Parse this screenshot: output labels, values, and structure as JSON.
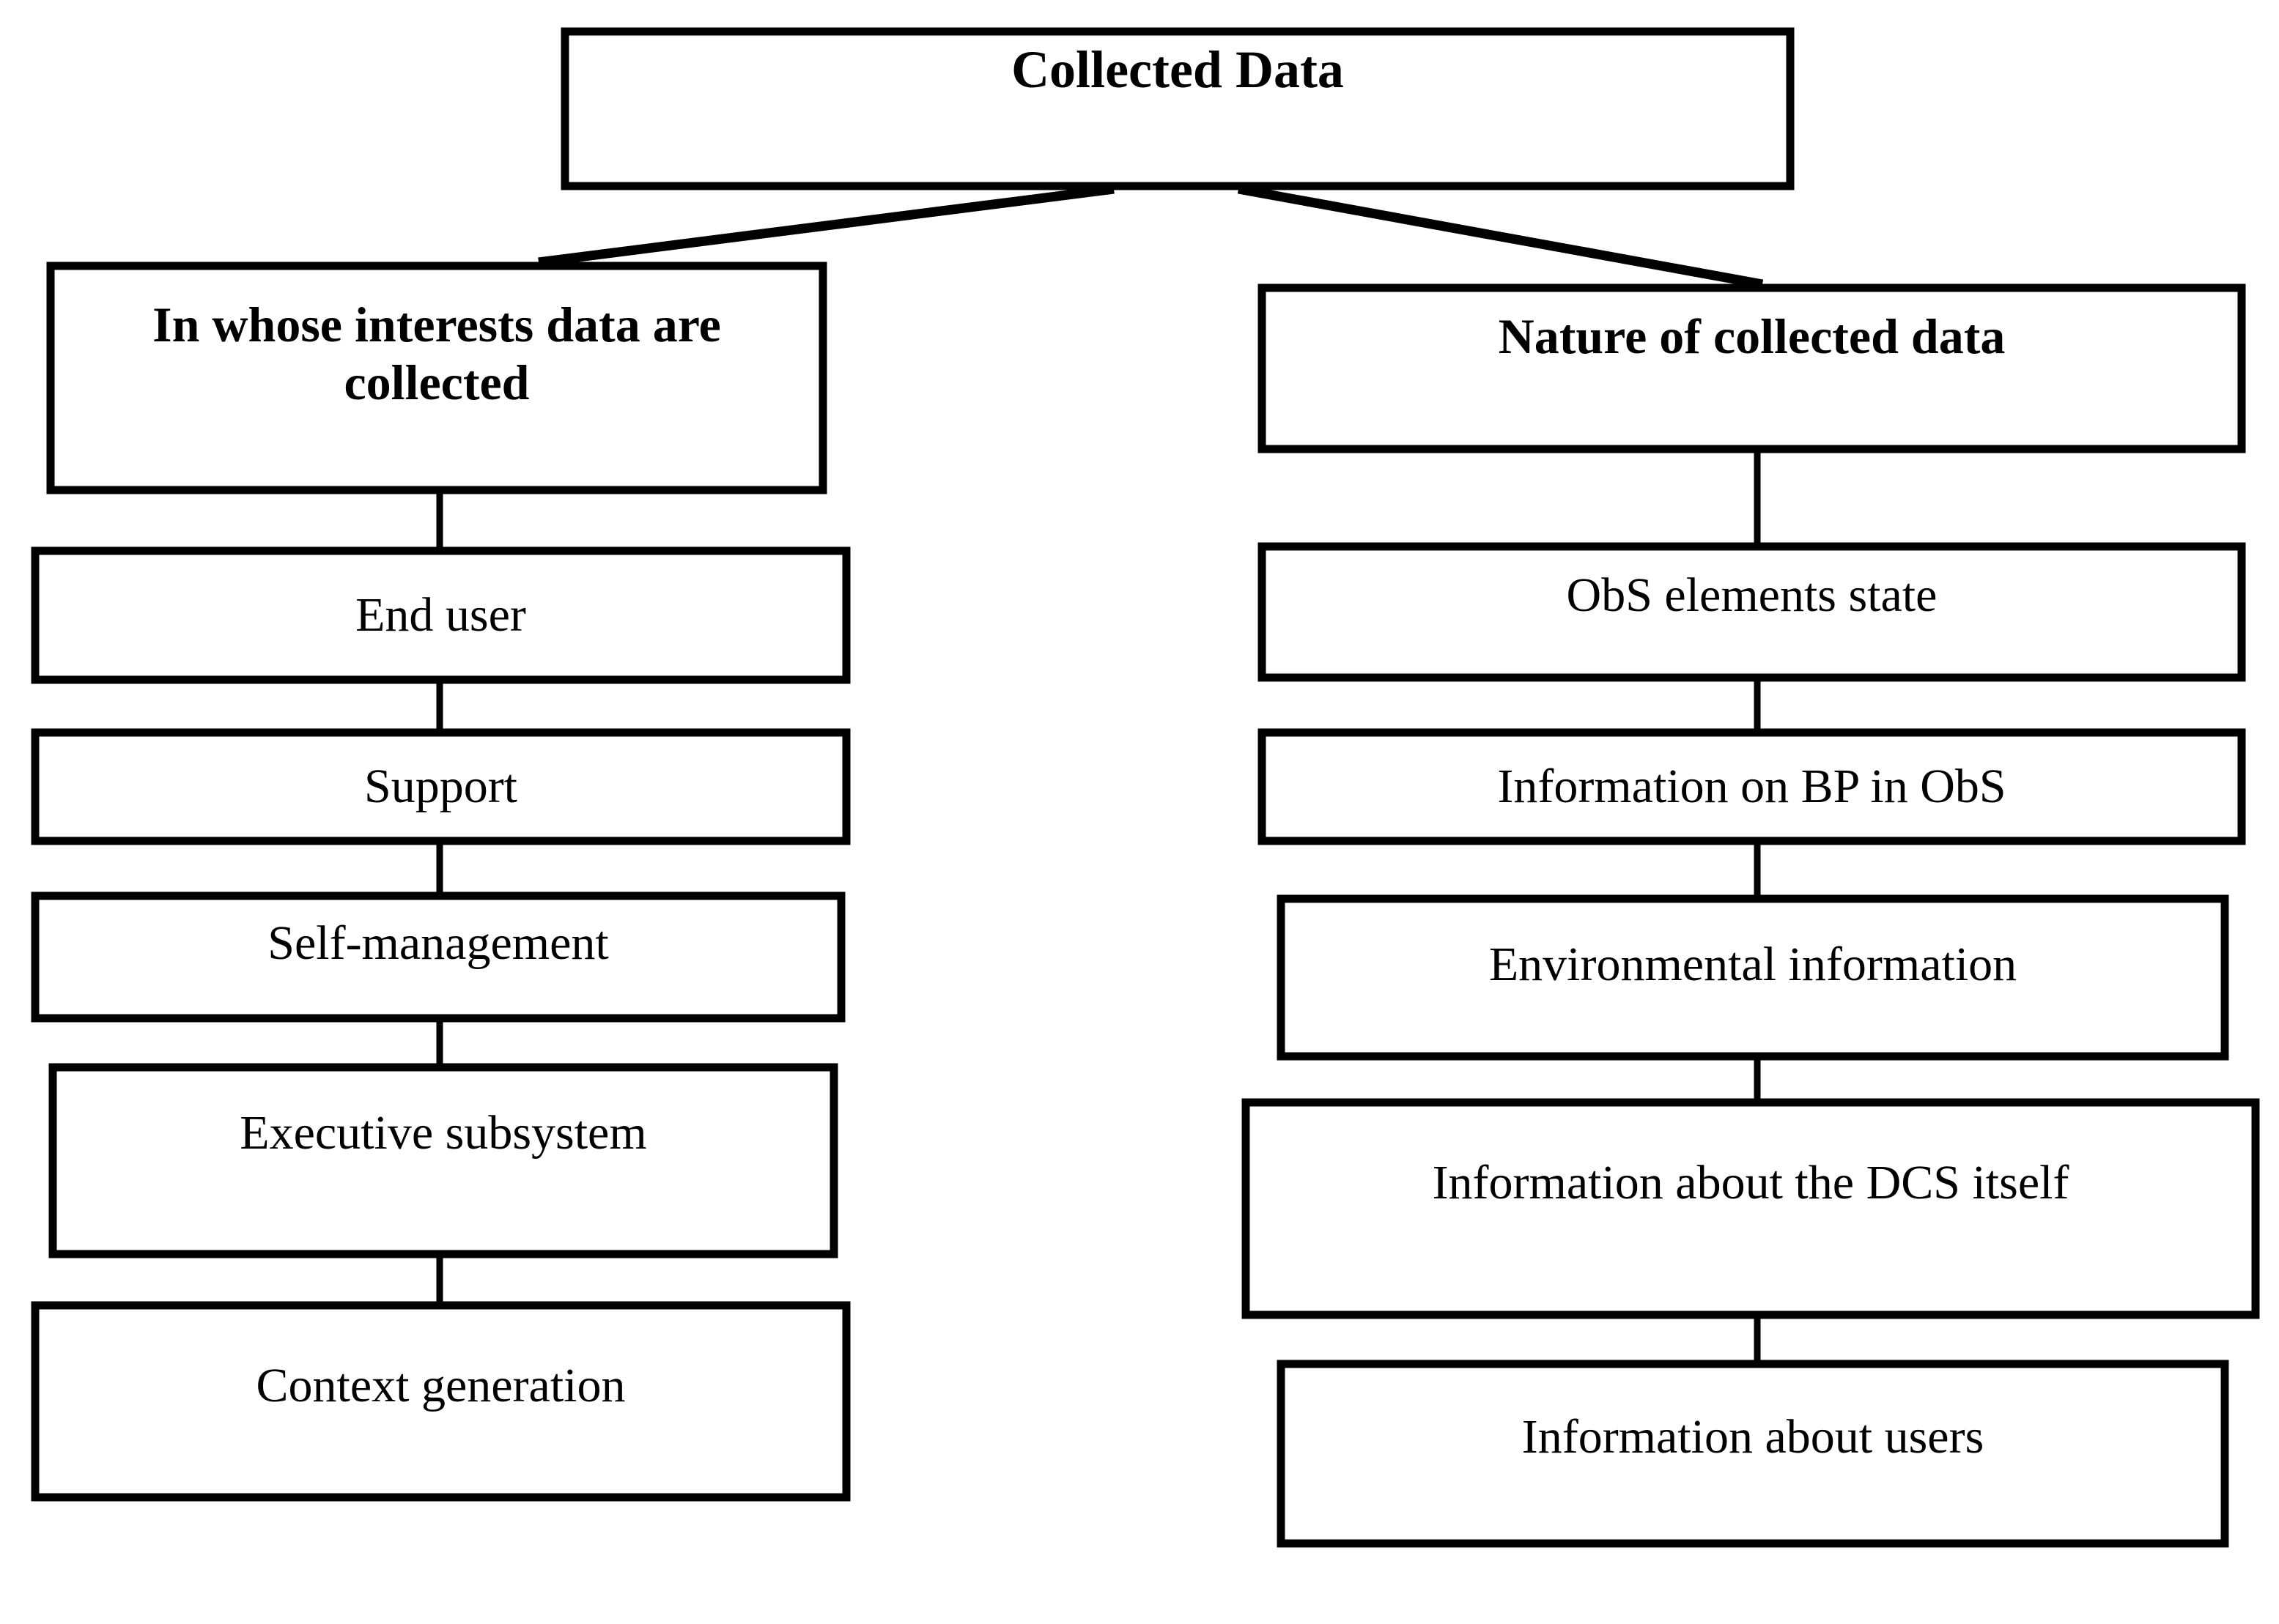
{
  "diagram": {
    "title": "Collected Data",
    "type": "tree",
    "root": {
      "id": "collected-data",
      "label": "Collected Data",
      "bold": true
    },
    "branches": [
      {
        "id": "branch-interests",
        "header": {
          "id": "in-whose-interests-data-are-collected",
          "label": "In whose interests data are\ncollected",
          "bold": true
        },
        "children": [
          {
            "id": "end-user",
            "label": "End user",
            "bold": false
          },
          {
            "id": "support",
            "label": "Support",
            "bold": false
          },
          {
            "id": "self-management",
            "label": "Self-management",
            "bold": false
          },
          {
            "id": "executive-subsystem",
            "label": "Executive subsystem",
            "bold": false
          },
          {
            "id": "context-generation",
            "label": "Context generation",
            "bold": false
          }
        ]
      },
      {
        "id": "branch-nature",
        "header": {
          "id": "nature-of-collected-data",
          "label": "Nature of collected data",
          "bold": true
        },
        "children": [
          {
            "id": "obs-elements-state",
            "label": "ObS elements state",
            "bold": false
          },
          {
            "id": "information-on-bp-in-obs",
            "label": "Information on BP in ObS",
            "bold": false
          },
          {
            "id": "environmental-information",
            "label": "Environmental information",
            "bold": false
          },
          {
            "id": "information-about-the-dcs-itself",
            "label": "Information about the DCS itself",
            "bold": false
          },
          {
            "id": "information-about-users",
            "label": "Information about users",
            "bold": false
          }
        ]
      }
    ],
    "colors": {
      "background": "#ffffff",
      "box_fill": "#ffffff",
      "stroke": "#000000",
      "text": "#000000"
    }
  }
}
